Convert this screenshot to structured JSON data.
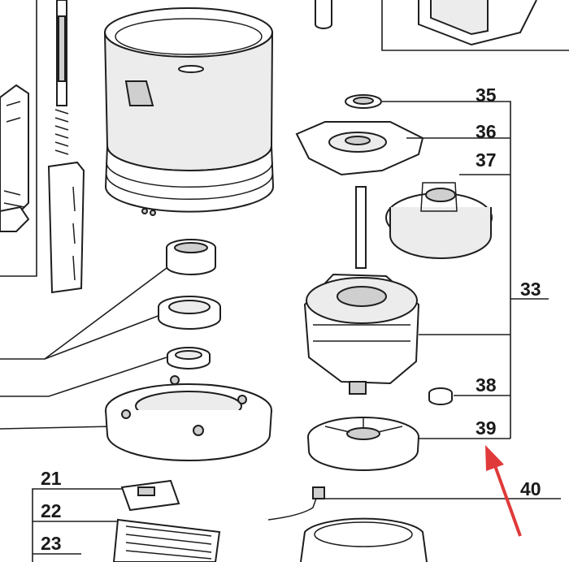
{
  "callouts": [
    {
      "number": "35"
    },
    {
      "number": "36"
    },
    {
      "number": "37"
    },
    {
      "number": "33"
    },
    {
      "number": "38"
    },
    {
      "number": "39"
    },
    {
      "number": "40"
    },
    {
      "number": "21"
    },
    {
      "number": "22"
    },
    {
      "number": "23"
    }
  ],
  "colors": {
    "line": "#1e1e1e",
    "arrow": "#e03a3a",
    "background": "#ffffff"
  }
}
